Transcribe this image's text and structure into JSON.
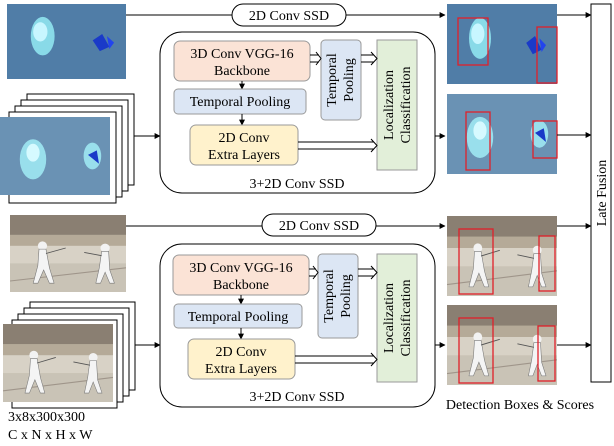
{
  "colors": {
    "backbone_fill": "#fbe3d6",
    "pooling_fill": "#dce6f4",
    "extra_fill": "#fff2cc",
    "loc_fill": "#e2efd9",
    "box_red": "#e0202a",
    "frame_blue": "#6e8fc4",
    "ice_dark": "#3c6e96"
  },
  "icons": [
    "thermal-frame-image",
    "fencing-frame-image",
    "detection-box"
  ],
  "labels": {
    "ssd2d": "2D Conv SSD",
    "backbone_line1": "3D Conv VGG-16",
    "backbone_line2": "Backbone",
    "temporal_pooling": "Temporal Pooling",
    "extra_line1": "2D Conv",
    "extra_line2": "Extra Layers",
    "vpool_line1": "Temporal",
    "vpool_line2": "Pooling",
    "loc_line1": "Localization",
    "loc_line2": "Classification",
    "ssd3d": "3+2D Conv SSD",
    "late_fusion": "Late Fusion",
    "dims_line1": "3x8x300x300",
    "dims_line2": "C x N x H x W",
    "output_caption": "Detection Boxes & Scores"
  }
}
